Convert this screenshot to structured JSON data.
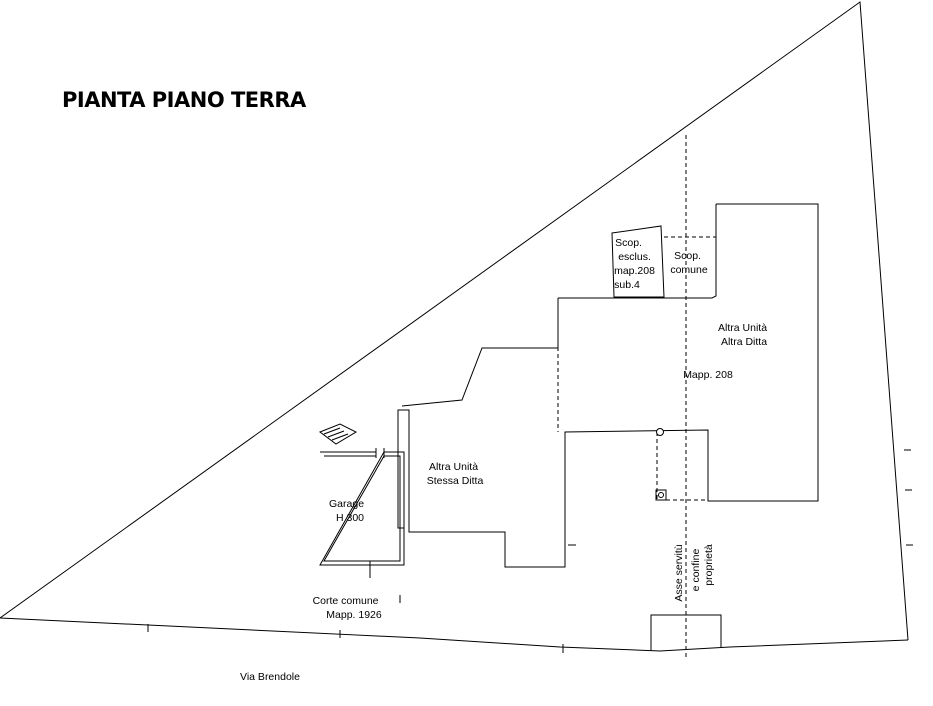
{
  "title": "PIANTA PIANO TERRA",
  "labels": {
    "scop_esclus": [
      "Scop.",
      "esclus.",
      "map.208",
      "sub.4"
    ],
    "scop_comune": [
      "Scop.",
      "comune"
    ],
    "altra_unita_altra_ditta": [
      "Altra Unità",
      "Altra Ditta"
    ],
    "mapp_208": "Mapp. 208",
    "altra_unita_stessa_ditta": [
      "Altra Unità",
      "Stessa Ditta"
    ],
    "garage": [
      "Garage",
      "H 300"
    ],
    "corte_comune": [
      "Corte comune",
      "Mapp. 1926"
    ],
    "asse_servitu": [
      "Asse servitù",
      "e confine",
      "proprietà"
    ],
    "via": "Via Brendole"
  },
  "colors": {
    "line": "#000000",
    "background": "#ffffff"
  }
}
